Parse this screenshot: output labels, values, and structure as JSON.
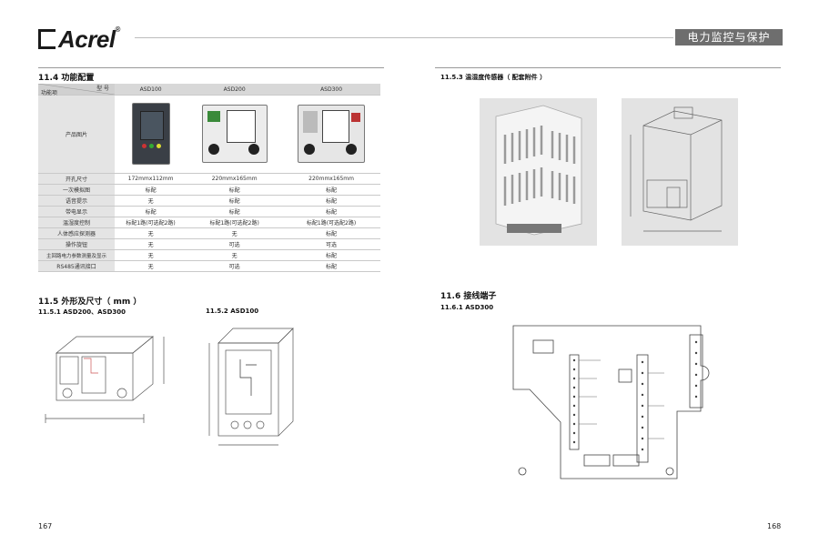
{
  "header": {
    "logo": "Acrel",
    "logo_mark": "®",
    "section_tag": "电力监控与保护"
  },
  "left": {
    "section_title": "11.4 功能配置",
    "table": {
      "corner_top": "型 号",
      "corner_bottom": "功能项",
      "models": [
        "ASD100",
        "ASD200",
        "ASD300"
      ],
      "photo_row_label": "产品图片",
      "rows": [
        {
          "label": "开孔尺寸",
          "values": [
            "172mmx112mm",
            "220mmx165mm",
            "220mmx165mm"
          ]
        },
        {
          "label": "一次模拟图",
          "values": [
            "标配",
            "标配",
            "标配"
          ]
        },
        {
          "label": "语音提示",
          "values": [
            "无",
            "标配",
            "标配"
          ]
        },
        {
          "label": "带电显示",
          "values": [
            "标配",
            "标配",
            "标配"
          ]
        },
        {
          "label": "温湿度控制",
          "values": [
            "标配1路(可选配2路)",
            "标配1路(可选配2路)",
            "标配1路(可选配2路)"
          ]
        },
        {
          "label": "人体感应探测器",
          "values": [
            "无",
            "无",
            "标配"
          ]
        },
        {
          "label": "操作旋钮",
          "values": [
            "无",
            "可选",
            "可选"
          ]
        },
        {
          "label": "主回路电力参数测量及显示",
          "values": [
            "无",
            "无",
            "标配"
          ]
        },
        {
          "label": "RS485通讯接口",
          "values": [
            "无",
            "可选",
            "标配"
          ]
        }
      ]
    },
    "dim_title": "11.5 外形及尺寸（ mm ）",
    "dim_a_title": "11.5.1 ASD200、ASD300",
    "dim_b_title": "11.5.2 ASD100",
    "page_number": "167"
  },
  "right": {
    "sensor_title": "11.5.3 温湿度传感器（ 配套附件 ）",
    "wiring_title": "11.6 接线端子",
    "wiring_sub": "11.6.1 ASD300",
    "page_number": "168"
  }
}
